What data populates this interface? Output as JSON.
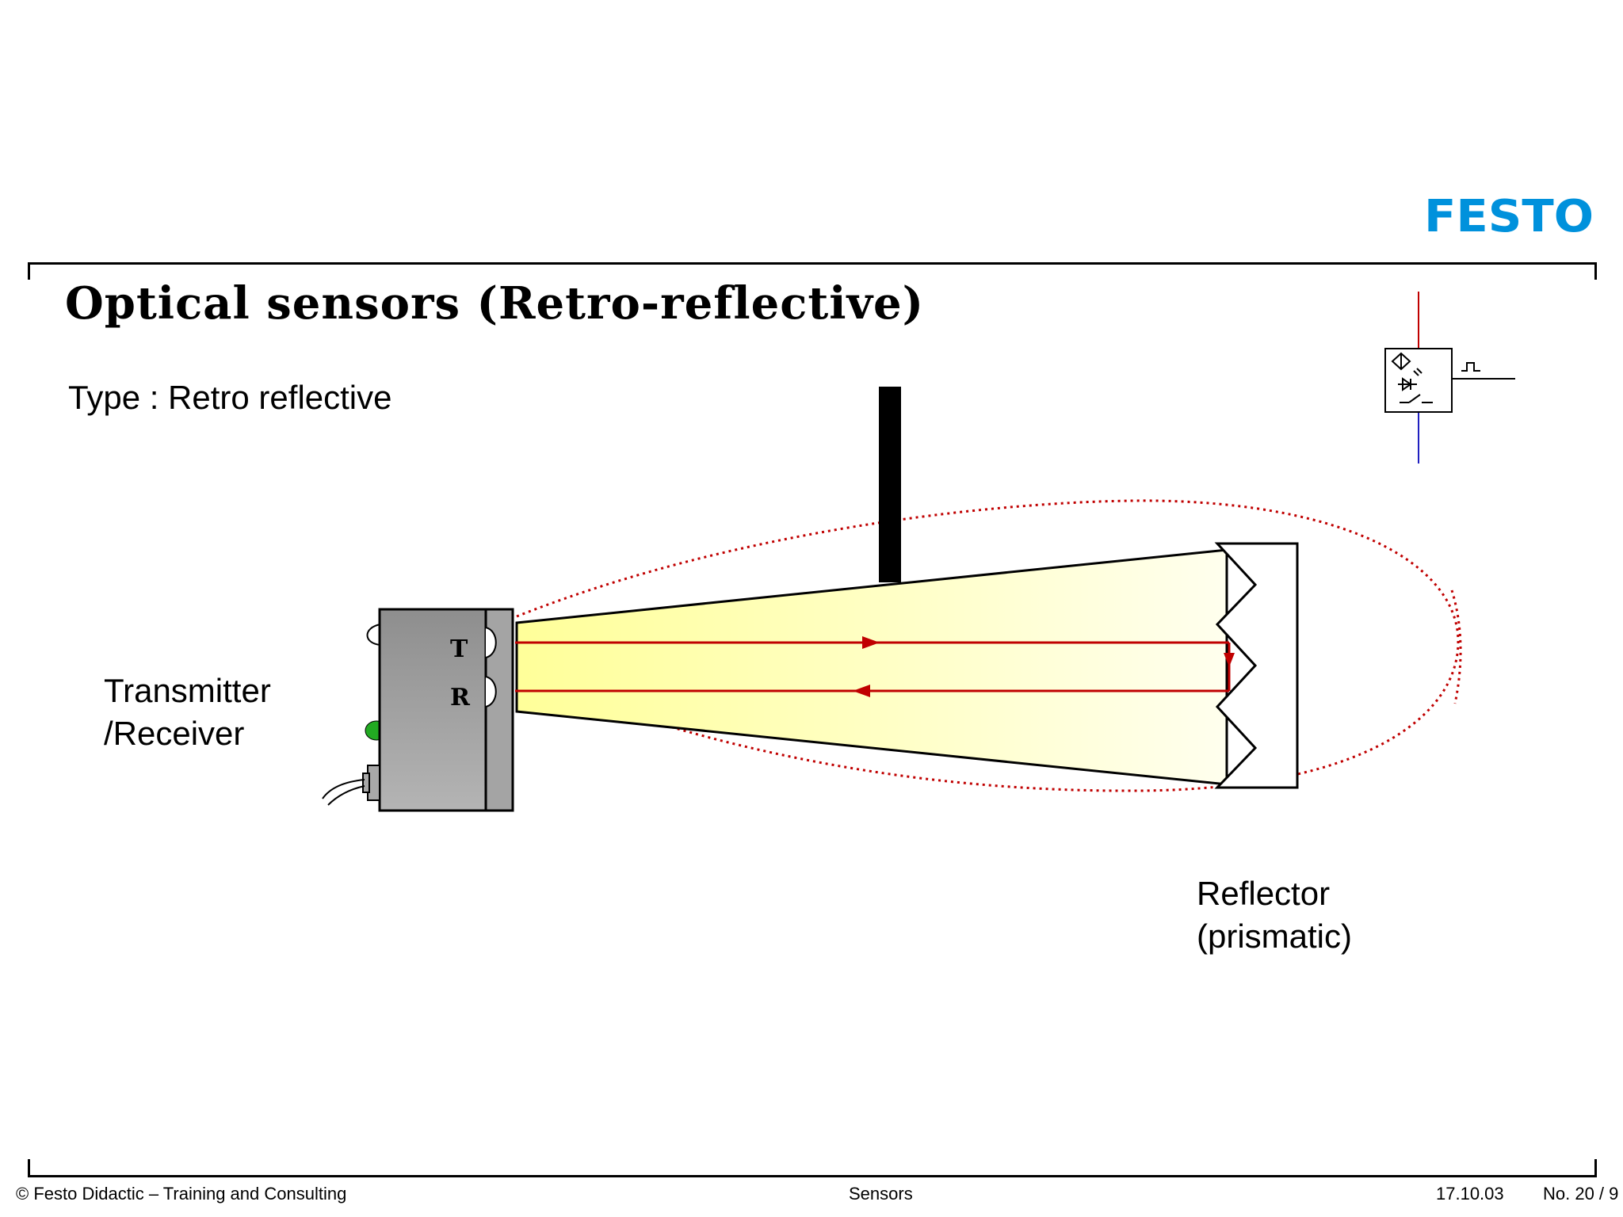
{
  "brand": {
    "logo_text": "FESTO",
    "color": "#0091DC"
  },
  "slide": {
    "title": "Optical sensors (Retro-reflective)",
    "subtitle": "Type : Retro reflective"
  },
  "diagram": {
    "transmitter_label_line1": "Transmitter",
    "transmitter_label_line2": "/Receiver",
    "reflector_label_line1": "Reflector",
    "reflector_label_line2": "(prismatic)",
    "emitter_letter": "T",
    "receiver_letter": "R",
    "beam_color": "#C00000",
    "light_color": "#FFFFAA",
    "sensor_body_color": "#A0A0A0",
    "led_color": "#22AA22"
  },
  "footer": {
    "copyright": "© Festo Didactic – Training and Consulting",
    "topic": "Sensors",
    "date": "17.10.03",
    "page": "No. 20 / 9"
  }
}
